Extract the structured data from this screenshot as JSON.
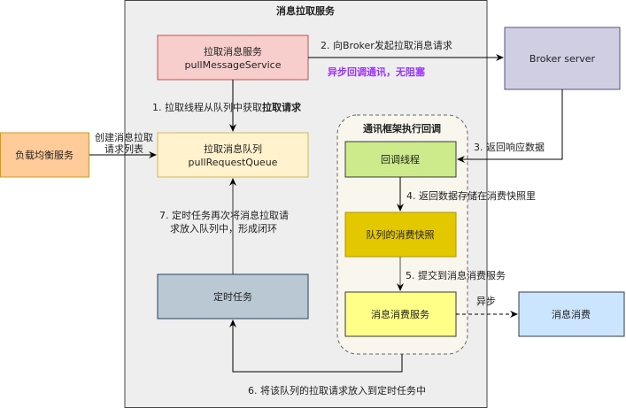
{
  "container": {
    "title": "消息拉取服务"
  },
  "callback_group": {
    "title": "通讯框架执行回调"
  },
  "nodes": {
    "pull_service": {
      "line1": "拉取消息服务",
      "line2": "pullMessageService",
      "fill": "#f8cecc",
      "stroke": "#b85450"
    },
    "pull_queue": {
      "line1": "拉取消息队列",
      "line2": "pullRequestQueue",
      "fill": "#fff2cc",
      "stroke": "#d6b656"
    },
    "timer_task": {
      "label": "定时任务",
      "fill": "#bac8d3",
      "stroke": "#23445d"
    },
    "callback_thread": {
      "label": "回调线程",
      "fill": "#cdeb8b",
      "stroke": "#36393d"
    },
    "consume_snapshot": {
      "label": "队列的消费快照",
      "fill": "#e3c800",
      "stroke": "#b09500"
    },
    "consume_service": {
      "label": "消息消费服务",
      "fill": "#ffff88",
      "stroke": "#36393d"
    },
    "broker": {
      "label": "Broker server",
      "fill": "#d0cee2",
      "stroke": "#56517e"
    },
    "message_consume": {
      "label": "消息消费",
      "fill": "#cce5ff",
      "stroke": "#36393d"
    },
    "load_balance": {
      "label": "负载均衡服务",
      "fill": "#ffcc99",
      "stroke": "#d79b00"
    }
  },
  "edges": {
    "lb_to_queue": {
      "line1": "创建消息拉取",
      "line2": "请求列表"
    },
    "step1": {
      "prefix": "1. 拉取线程从队列中获取",
      "bold": "拉取请求"
    },
    "step2": "2. 向Broker发起拉取消息请求",
    "async_note": {
      "text": "异步回调通讯，无阻塞",
      "color": "#9933ff"
    },
    "step3": "3. 返回响应数据",
    "step4": "4. 返回数据存储在消费快照里",
    "step5": "5.  提交到消息消费服务",
    "step6": "6.  将该队列的拉取请求放入到定时任务中",
    "step7": {
      "line1": "7. 定时任务再次将消息拉取请",
      "line2": "求放入队列中，形成闭环"
    },
    "async": "异步"
  }
}
